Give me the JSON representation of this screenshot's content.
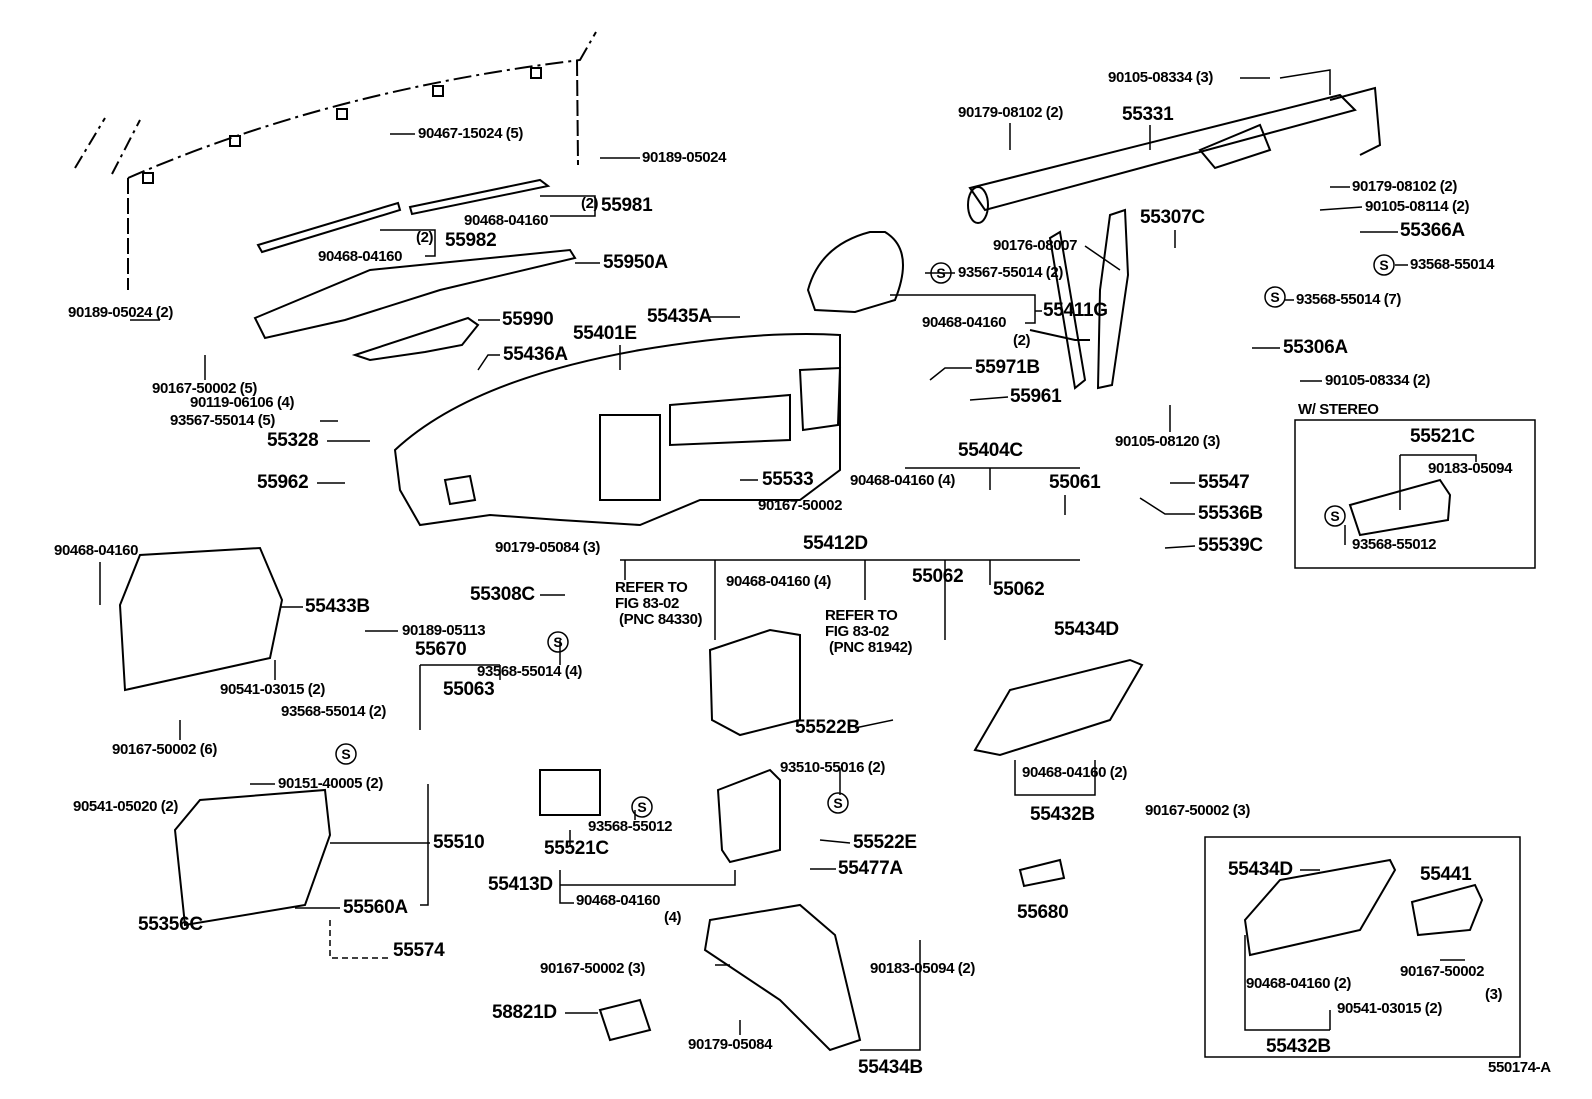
{
  "callouts": [
    "90105-08334 (3)",
    "90179-08102 (2)",
    "55331",
    "90467-15024 (5)",
    "90189-05024",
    "90179-08102 (2)",
    "(2)",
    "55981",
    "90468-04160",
    "90105-08114 (2)",
    "55307C",
    "(2)",
    "55982",
    "90176-08007",
    "55366A",
    "90468-04160",
    "55950A",
    "93567-55014 (2)",
    "93568-55014",
    "55411G",
    "93568-55014 (7)",
    "90189-05024 (2)",
    "90468-04160",
    "(2)",
    "55435A",
    "55990",
    "55401E",
    "55306A",
    "55436A",
    "55971B",
    "90167-50002 (5)",
    "90105-08334 (2)",
    "90119-06106 (4)",
    "55961",
    "W/ STEREO",
    "93567-55014 (5)",
    "55521C",
    "55328",
    "90105-08120 (3)",
    "55404C",
    "90183-05094",
    "55533",
    "55962",
    "90468-04160 (4)",
    "55061",
    "55547",
    "90167-50002",
    "55536B",
    "90179-05084 (3)",
    "93568-55012",
    "55412D",
    "55539C",
    "90468-04160",
    "REFER TO",
    "FIG 83-02",
    "(PNC 84330)",
    "90468-04160 (4)",
    "55308C",
    "55062",
    "55062",
    "55433B",
    "REFER TO",
    "FIG 83-02",
    "(PNC 81942)",
    "90189-05113",
    "55434D",
    "55670",
    "93568-55014 (4)",
    "55063",
    "90541-03015 (2)",
    "93568-55014 (2)",
    "55522B",
    "90167-50002 (6)",
    "90468-04160 (2)",
    "90151-40005 (2)",
    "93510-55016 (2)",
    "90541-05020 (2)",
    "90167-50002 (3)",
    "55432B",
    "93568-55012",
    "55510",
    "55522E",
    "55521C",
    "55477A",
    "55434D",
    "55441",
    "55413D",
    "90468-04160",
    "(4)",
    "55560A",
    "55680",
    "55356C",
    "55574",
    "90167-50002 (3)",
    "90183-05094 (2)",
    "90167-50002",
    "(3)",
    "90468-04160 (2)",
    "58821D",
    "90541-03015 (2)",
    "90179-05084",
    "55432B",
    "55434B",
    "550174-A"
  ],
  "symbol_s": "S",
  "colors": {
    "ink": "#000000",
    "background": "#ffffff"
  }
}
